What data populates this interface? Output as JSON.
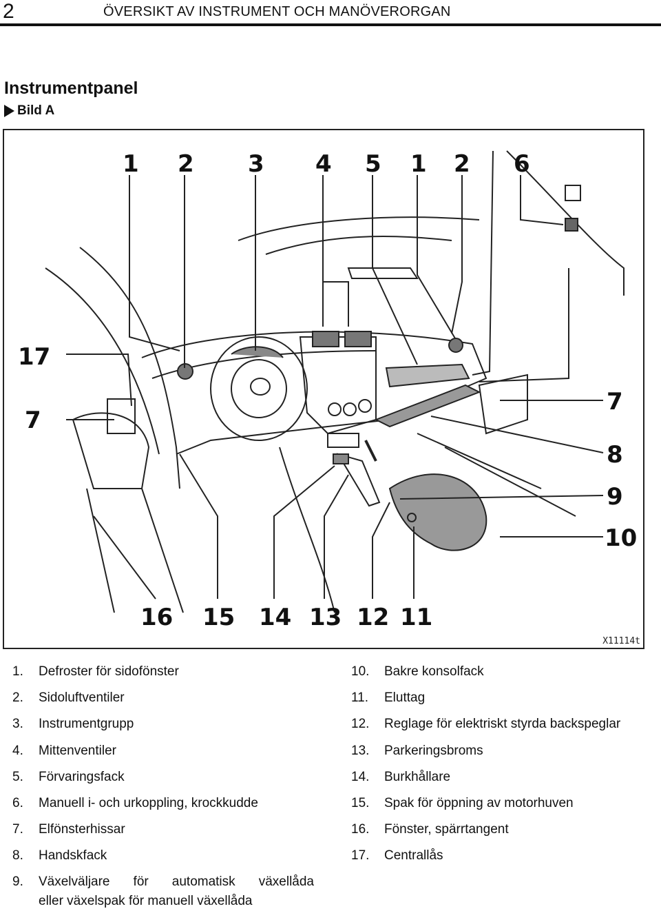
{
  "header": {
    "page_number": "2",
    "title": "ÖVERSIKT AV INSTRUMENT OCH MANÖVERORGAN"
  },
  "section": {
    "title": "Instrumentpanel",
    "figure_ref": "Bild A"
  },
  "figure": {
    "code": "X11114t",
    "callouts_top": [
      "1",
      "2",
      "3",
      "4",
      "5",
      "1",
      "2",
      "6"
    ],
    "callouts_right": [
      "7",
      "8",
      "9",
      "10"
    ],
    "callouts_left": [
      "17",
      "7"
    ],
    "callouts_bottom": [
      "16",
      "15",
      "14",
      "13",
      "12",
      "11"
    ]
  },
  "legend": {
    "left": [
      {
        "num": "1.",
        "text": "Defroster för sidofönster"
      },
      {
        "num": "2.",
        "text": "Sidoluftventiler"
      },
      {
        "num": "3.",
        "text": "Instrumentgrupp"
      },
      {
        "num": "4.",
        "text": "Mittenventiler"
      },
      {
        "num": "5.",
        "text": "Förvaringsfack"
      },
      {
        "num": "6.",
        "text": "Manuell i- och urkoppling, krockkudde"
      },
      {
        "num": "7.",
        "text": "Elfönsterhissar"
      },
      {
        "num": "8.",
        "text": "Handskfack"
      }
    ],
    "item9": {
      "num": "9.",
      "line1": "Växelväljare för automatisk växellåda",
      "line2": "eller växelspak för manuell växellåda"
    },
    "right": [
      {
        "num": "10.",
        "text": "Bakre konsolfack"
      },
      {
        "num": "11.",
        "text": "Eluttag"
      },
      {
        "num": "12.",
        "text": "Reglage för elektriskt styrda backspeglar"
      },
      {
        "num": "13.",
        "text": "Parkeringsbroms"
      },
      {
        "num": "14.",
        "text": "Burkhållare"
      },
      {
        "num": "15.",
        "text": "Spak för öppning av motorhuven"
      },
      {
        "num": "16.",
        "text": "Fönster, spärrtangent"
      },
      {
        "num": "17.",
        "text": "Centrallås"
      }
    ]
  }
}
